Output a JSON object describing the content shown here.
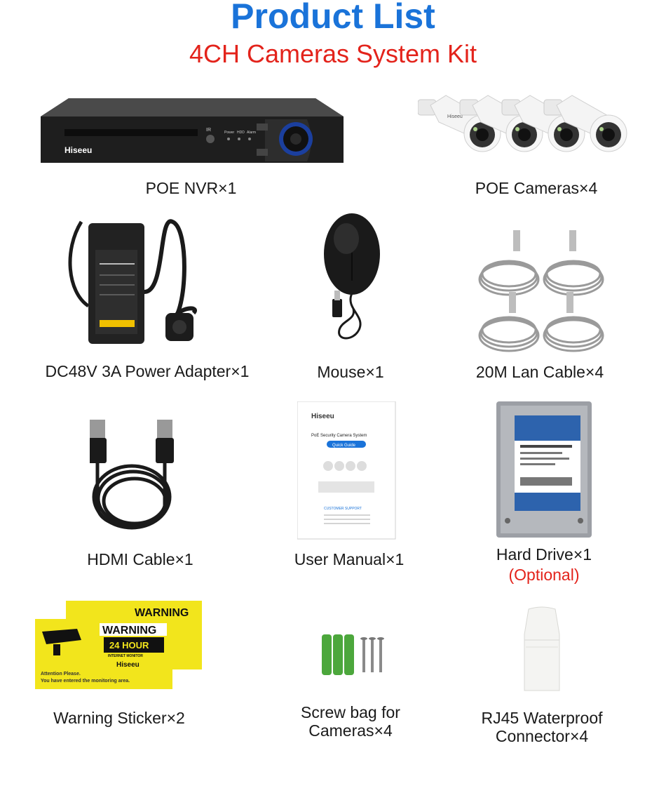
{
  "header": {
    "title": "Product List",
    "subtitle": "4CH Cameras System Kit"
  },
  "brand": "Hiseeu",
  "items": [
    {
      "label": "POE NVR×1",
      "icon": "nvr-recorder"
    },
    {
      "label": "POE Cameras×4",
      "icon": "bullet-cameras"
    },
    {
      "label": "DC48V 3A Power Adapter×1",
      "icon": "power-adapter"
    },
    {
      "label": "Mouse×1",
      "icon": "usb-mouse"
    },
    {
      "label": "20M Lan Cable×4",
      "icon": "lan-cable-coils"
    },
    {
      "label": "HDMI Cable×1",
      "icon": "hdmi-cable"
    },
    {
      "label": "User Manual×1",
      "icon": "user-manual"
    },
    {
      "label": "Hard Drive×1",
      "note": "(Optional)",
      "icon": "hard-drive"
    },
    {
      "label": "Warning Sticker×2",
      "icon": "warning-stickers"
    },
    {
      "label_line1": "Screw bag for",
      "label_line2": "Cameras×4",
      "icon": "screw-bag"
    },
    {
      "label_line1": "RJ45 Waterproof",
      "label_line2": "Connector×4",
      "icon": "rj45-connector"
    }
  ],
  "nvr_panel": {
    "ir": "IR",
    "power": "Power",
    "hdd": "HDD",
    "alarm": "Alarm"
  },
  "manual": {
    "product": "PoE Security Camera System",
    "guide": "Quick Guide",
    "support": "CUSTOMER SUPPORT"
  },
  "sticker": {
    "warning": "WARNING",
    "hours": "24 HOUR",
    "monitor": "INTERNET MONITOR",
    "attention1": "Attention Please.",
    "attention2": "You have entered the monitoring area."
  },
  "colors": {
    "title": "#1a73d9",
    "accent_red": "#e3231b",
    "sticker_yellow": "#f2e51c"
  }
}
